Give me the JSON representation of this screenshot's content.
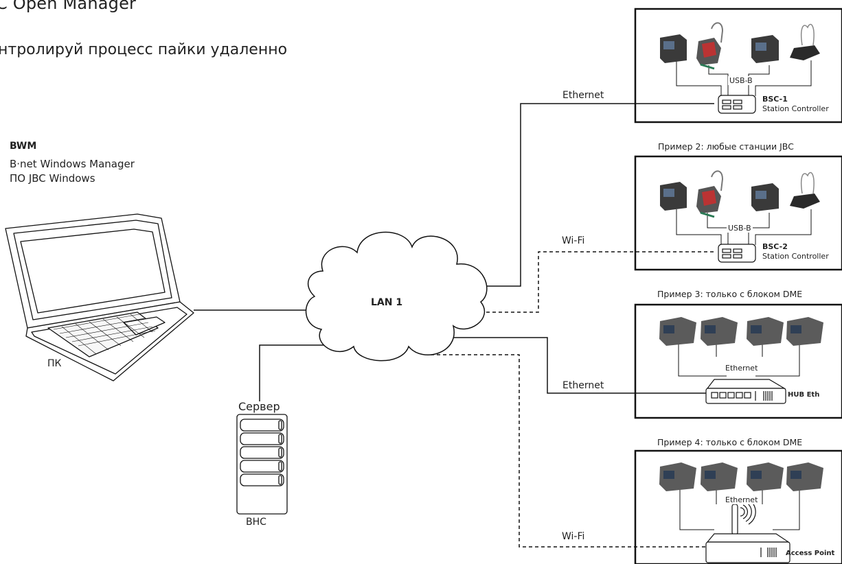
{
  "header": {
    "title": "C Open Manager",
    "subtitle": "нтролируй процесс пайки удаленно"
  },
  "pc": {
    "app_name": "BWM",
    "app_full": "B·net Windows Manager",
    "app_desc": "ПО JBC Windows",
    "label": "ПК"
  },
  "server": {
    "title": "Сервер",
    "label": "BHC"
  },
  "network": {
    "cloud_label": "LAN 1"
  },
  "links": {
    "eth_1": "Ethernet",
    "wifi_2": "Wi-Fi",
    "eth_3": "Ethernet",
    "wifi_4": "Wi-Fi"
  },
  "examples": [
    {
      "caption": "",
      "connector": "USB-B",
      "device_name": "BSC-1",
      "device_desc": "Station Controller"
    },
    {
      "caption": "Пример 2: любые станции JBC",
      "connector": "USB-B",
      "device_name": "BSC-2",
      "device_desc": "Station Controller"
    },
    {
      "caption": "Пример 3: только с блоком DME",
      "connector": "Ethernet",
      "device_name": "HUB Eth"
    },
    {
      "caption": "Пример 4: только с блоком DME",
      "connector": "Ethernet",
      "device_name": "Access Point"
    }
  ]
}
